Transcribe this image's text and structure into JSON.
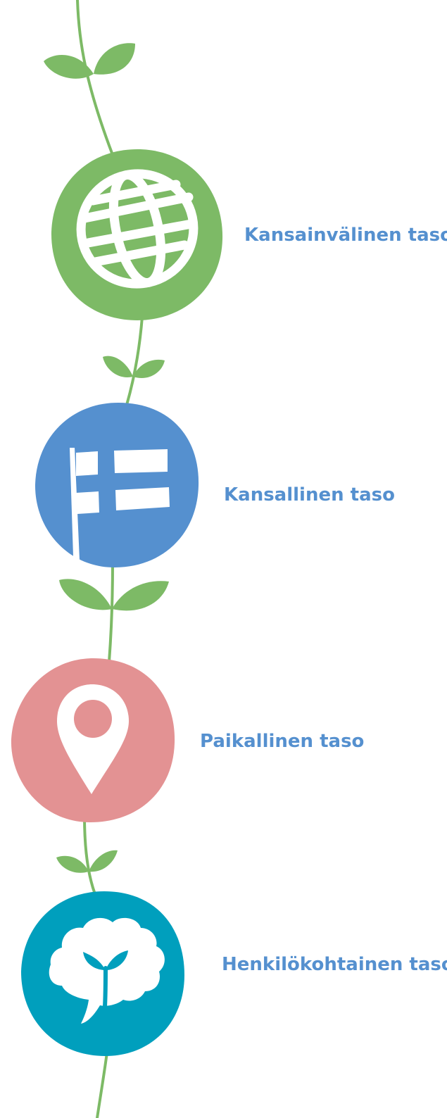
{
  "colors": {
    "vine": "#7dba66",
    "leaf": "#7dba66",
    "global": "#7dba66",
    "national": "#5590cf",
    "local": "#e39293",
    "personal": "#009fbd",
    "label": "#5590cf",
    "icon_fill": "#ffffff"
  },
  "levels": [
    {
      "key": "international",
      "label": "Kansainvälinen taso",
      "icon": "globe-icon",
      "color": "#7dba66"
    },
    {
      "key": "national",
      "label": "Kansallinen taso",
      "icon": "finnish-flag-icon",
      "color": "#5590cf"
    },
    {
      "key": "local",
      "label": "Paikallinen taso",
      "icon": "map-pin-icon",
      "color": "#e39293"
    },
    {
      "key": "personal",
      "label": "Henkilökohtainen taso",
      "icon": "head-sprout-icon",
      "color": "#009fbd"
    }
  ]
}
